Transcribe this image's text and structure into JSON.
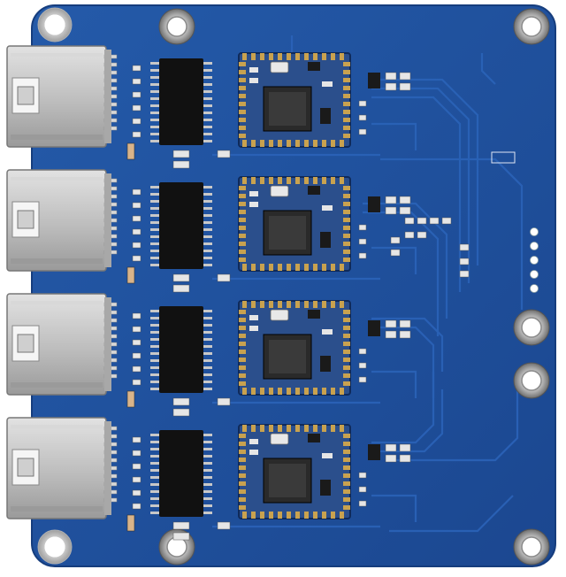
{
  "scene": {
    "subject": "pcb-board",
    "rj45_port_count": 4,
    "module_count": 4,
    "colors": {
      "background": "#ffffff",
      "board": "#1f4f9c",
      "board_edge": "#163d7d",
      "trace": "#2b63b8",
      "silk": "#dfe6f3",
      "metal": "#c6c6c6",
      "metal_dark": "#8b8b8b",
      "chip": "#111111",
      "module_green": "#2b4f8c",
      "gold": "#c9a24f",
      "component_dark": "#1a1a1a",
      "component_light": "#e6e6e6",
      "led_white": "#ffffff"
    },
    "icons": {
      "mount_hole": "mount-hole-icon",
      "rj45": "rj45-port-icon",
      "ic": "ic-chip-icon",
      "module": "module-icon"
    }
  }
}
